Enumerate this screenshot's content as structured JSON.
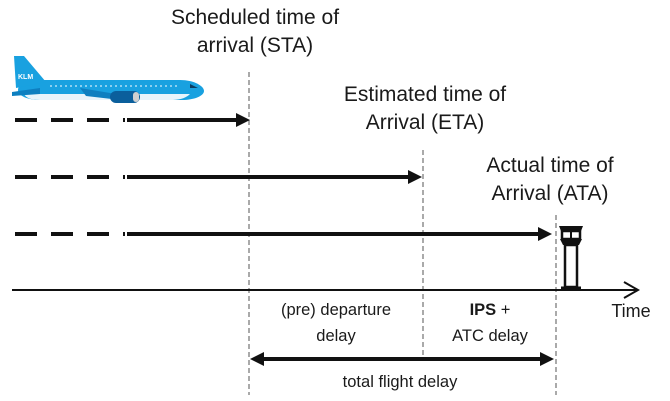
{
  "milestones": {
    "sta": {
      "line1": "Scheduled time of",
      "line2": "arrival (STA)"
    },
    "eta": {
      "line1": "Estimated time of",
      "line2": "Arrival (ETA)"
    },
    "ata": {
      "line1": "Actual time of",
      "line2": "Arrival (ATA)"
    }
  },
  "axis": {
    "label": "Time"
  },
  "delays": {
    "departure": {
      "line1": "(pre) departure",
      "line2": "delay"
    },
    "ips": {
      "bold": "IPS",
      "plus": " +",
      "line2": "ATC delay"
    },
    "total": "total flight delay"
  },
  "aircraft": {
    "livery_text": "KLM",
    "livery_color": "#19a1e0"
  },
  "colors": {
    "ink": "#111111",
    "guide": "#555555",
    "airline_blue": "#19a1e0",
    "engine": "#0b5f9c"
  },
  "icons": [
    "airplane-icon",
    "control-tower-icon"
  ]
}
